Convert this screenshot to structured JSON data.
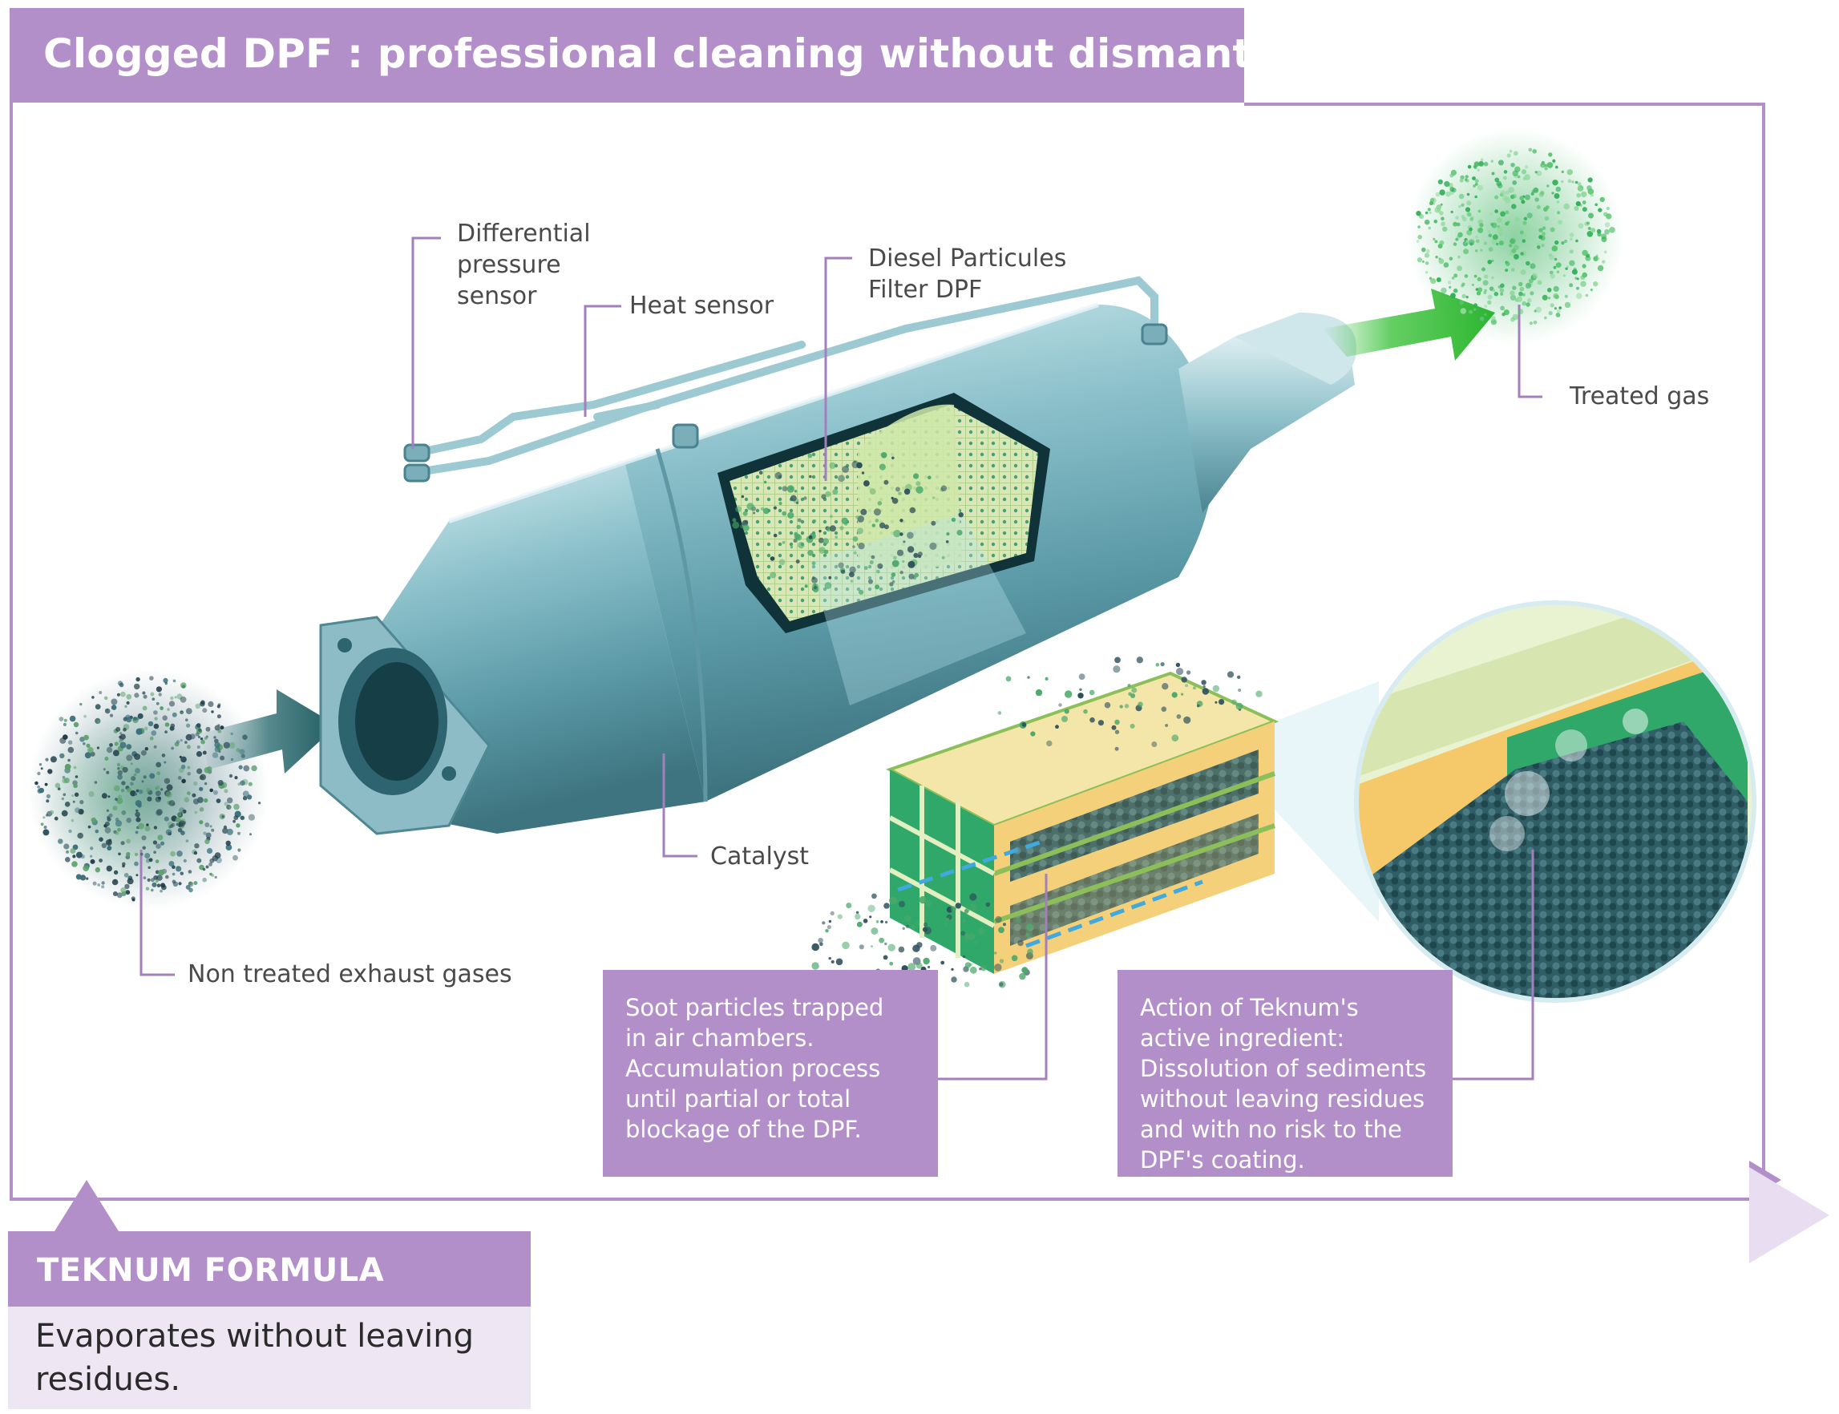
{
  "header": {
    "title": "Clogged DPF : professional cleaning without dismantle"
  },
  "labels": {
    "differential_pressure_sensor": "Differential\npressure\nsensor",
    "heat_sensor": "Heat sensor",
    "diesel_particules_filter": "Diesel Particules\nFilter DPF",
    "treated_gas": "Treated gas",
    "catalyst": "Catalyst",
    "non_treated_exhaust": "Non treated exhaust gases"
  },
  "callouts": {
    "soot": "Soot particles trapped\nin air chambers.\nAccumulation process\nuntil partial or total\nblockage of the  DPF.",
    "teknum_action": "Action of Teknum's\nactive ingredient:\nDissolution of sediments\nwithout leaving residues\nand with no risk to the\nDPF's coating."
  },
  "formula": {
    "title": "TEKNUM FORMULA",
    "text": "Evaporates without leaving\nresidues."
  },
  "colors": {
    "accent": "#b38fc9",
    "accent_light": "#efe6f4",
    "metal": "#7fb6c2",
    "green_arrow": "#3cc23c",
    "filter_green": "#2fa86a",
    "filter_yellow": "#f4e6a8"
  }
}
